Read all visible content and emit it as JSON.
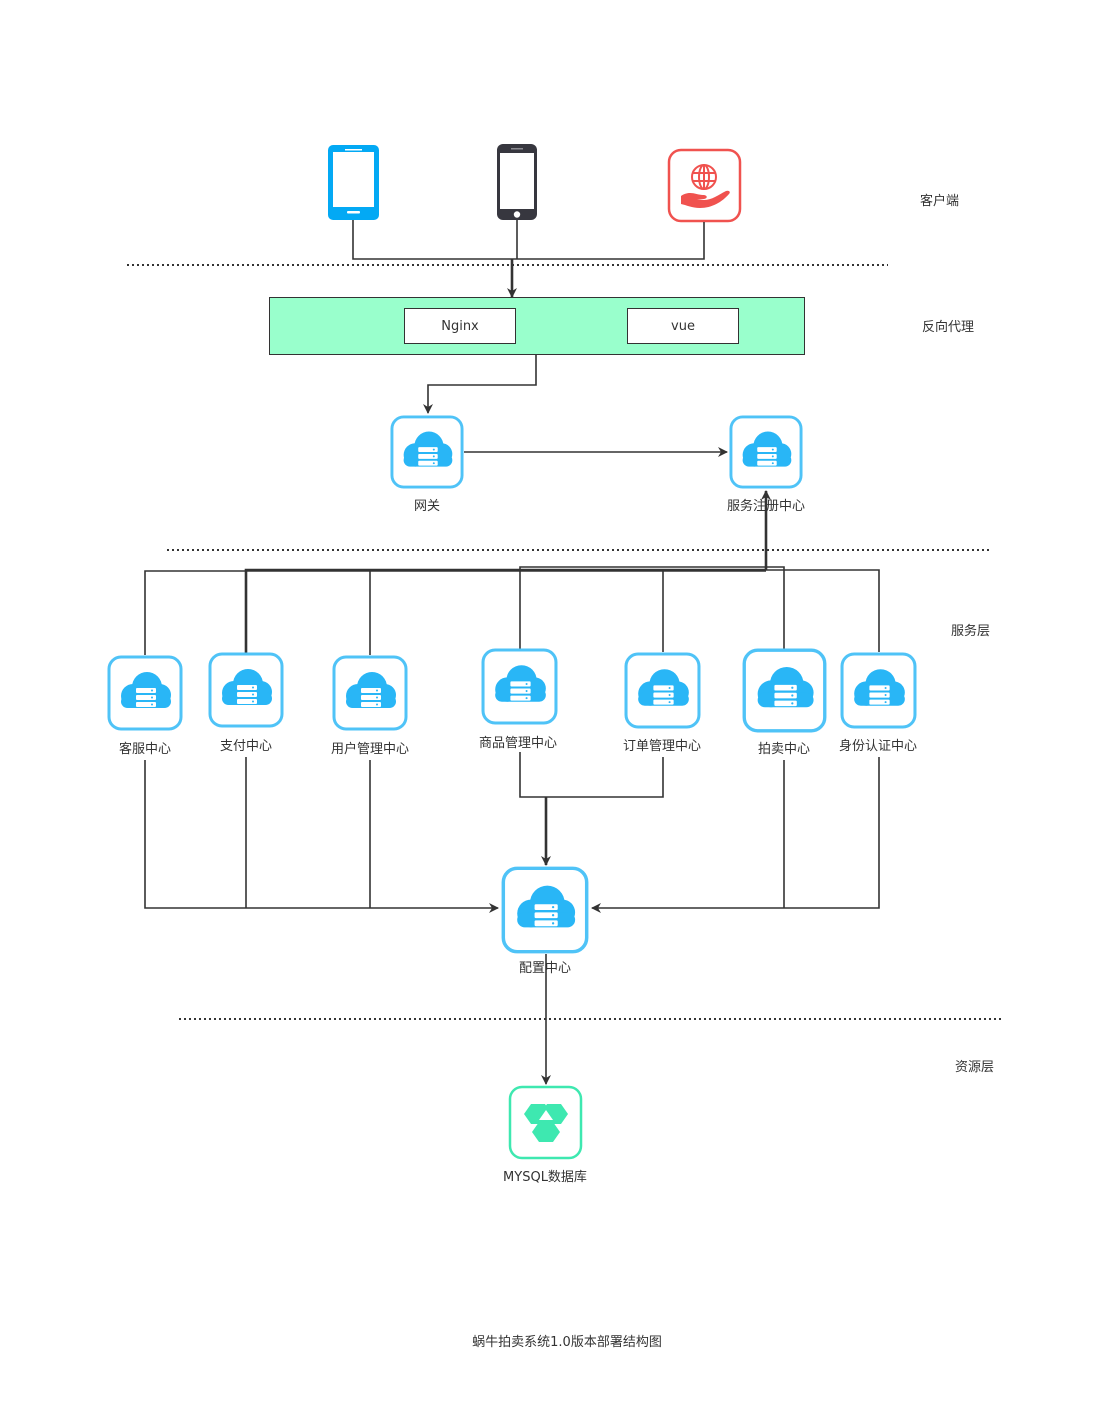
{
  "layers": {
    "client": "客户端",
    "proxy": "反向代理",
    "service": "服务层",
    "resource": "资源层"
  },
  "proxy": {
    "nginx": "Nginx",
    "vue": "vue",
    "fill_color": "#99ffcc"
  },
  "nodes": {
    "gateway": "网关",
    "registry": "服务注册中心",
    "customer_service": "客服中心",
    "payment": "支付中心",
    "user_mgmt": "用户管理中心",
    "product_mgmt": "商品管理中心",
    "order_mgmt": "订单管理中心",
    "auction": "拍卖中心",
    "identity": "身份认证中心",
    "config": "配置中心",
    "mysql": "MYSQL数据库"
  },
  "caption": "蜗牛拍卖系统1.0版本部署结构图",
  "colors": {
    "cloud_blue": "#29b6f6",
    "cloud_border": "#4fc3f7",
    "tablet_blue": "#03a9f4",
    "phone_dark": "#37373f",
    "web_red": "#f0524f",
    "db_green": "#3ee8b0",
    "line": "#333333"
  },
  "icons": {
    "tablet": "tablet-icon",
    "phone": "mobile-phone-icon",
    "web": "globe-hand-icon",
    "server": "cloud-server-icon",
    "database": "database-icon"
  }
}
